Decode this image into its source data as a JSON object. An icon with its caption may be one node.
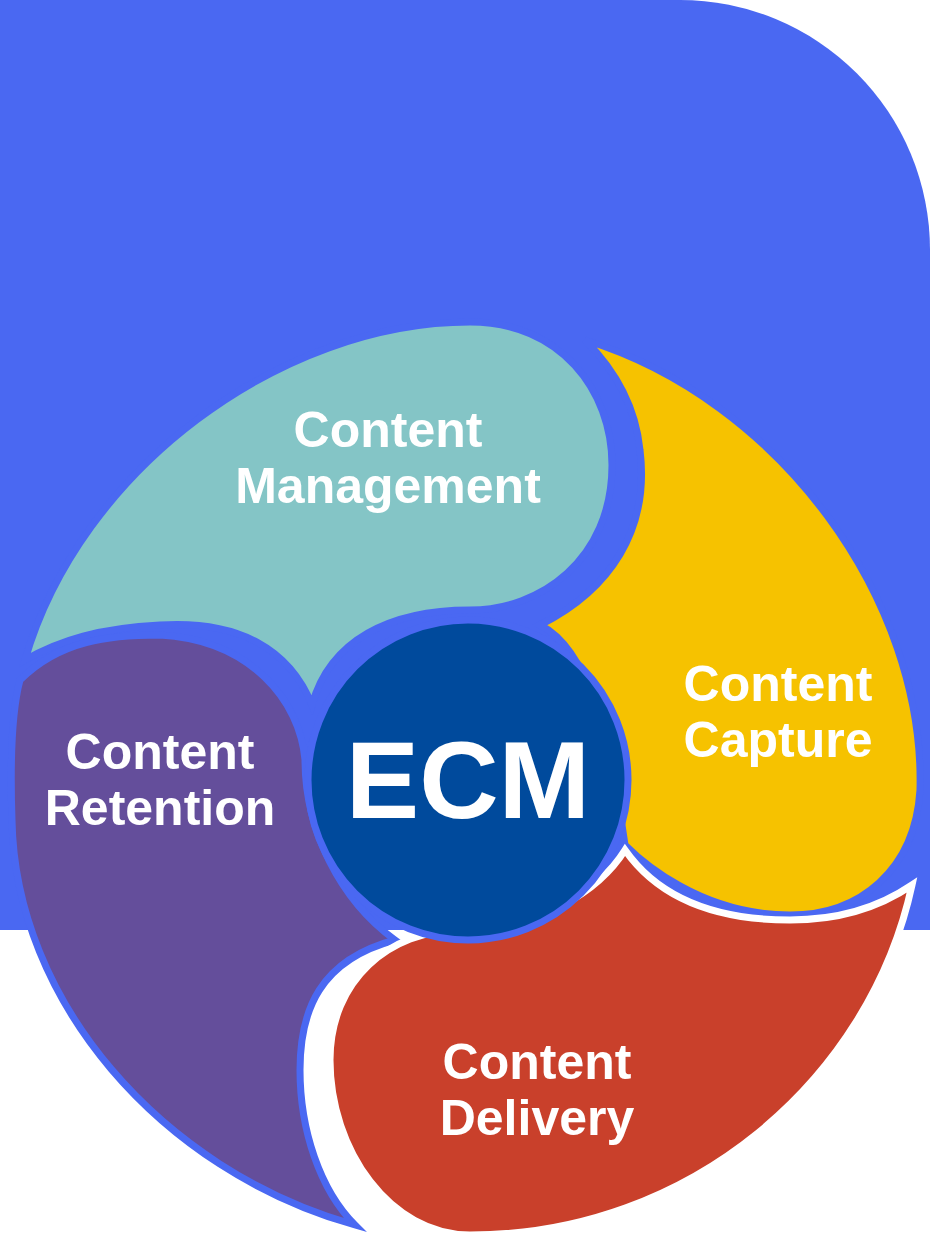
{
  "diagram": {
    "nodes": [
      {
        "text": [
          "Content Management"
        ]
      },
      {
        "text": [
          "Content Capture"
        ]
      },
      {
        "text": [
          "Content Retention"
        ]
      },
      {
        "text": [
          "ECM"
        ]
      },
      {
        "text": [
          "Content Delivery"
        ]
      }
    ],
    "edges": []
  }
}
